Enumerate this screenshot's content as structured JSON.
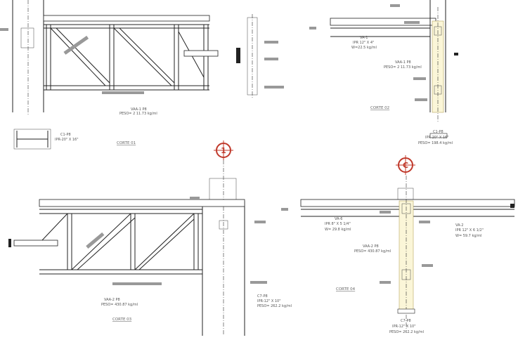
{
  "sections": {
    "top_left": {
      "beam_label": "VAA-1 P8",
      "beam_weight": "PESO= 2 11.73 kg/ml",
      "column_label": "C1-P8",
      "column_profile": "IPR-20\" X 16\"",
      "caption": "CORTE 01"
    },
    "top_right": {
      "beam_label": "VA-1",
      "beam_profile": "IPR 12\" X 4\"",
      "beam_weight": "W=22.5 kg/ml",
      "girder_label": "VAA-1 P8",
      "girder_weight": "PESO= 2 11.73 kg/ml",
      "column_label": "C1-P8",
      "column_profile": "IPR-20\" X 16\"",
      "column_weight": "PESO= 198.4 kg/ml",
      "caption": "CORTE 02"
    },
    "bottom_left": {
      "grid_marker": "1",
      "beam_label": "VAA-2 P8",
      "beam_weight": "PESO= 430.87 kg/ml",
      "column_label": "C7-P8",
      "column_profile": "IPR-12\" X 10\"",
      "column_weight": "PESO= 262.2 kg/ml",
      "caption": "CORTE 03"
    },
    "bottom_right": {
      "grid_marker": "C",
      "beam_left_label": "VA-6",
      "beam_left_profile": "IPR 8\" X 5 1/4\"",
      "beam_left_weight": "W= 29.8 kg/ml",
      "beam_right_label": "VA-2",
      "beam_right_profile": "IPR 12\" X 6 1/2\"",
      "beam_right_weight": "W= 59.7 kg/ml",
      "girder_label": "VAA-2 P8",
      "girder_weight": "PESO= 430.87 kg/ml",
      "column_label": "C7-P8",
      "column_profile": "IPR-12\" X 10\"",
      "column_weight": "PESO= 262.2 kg/ml",
      "caption": "CORTE 04"
    }
  }
}
